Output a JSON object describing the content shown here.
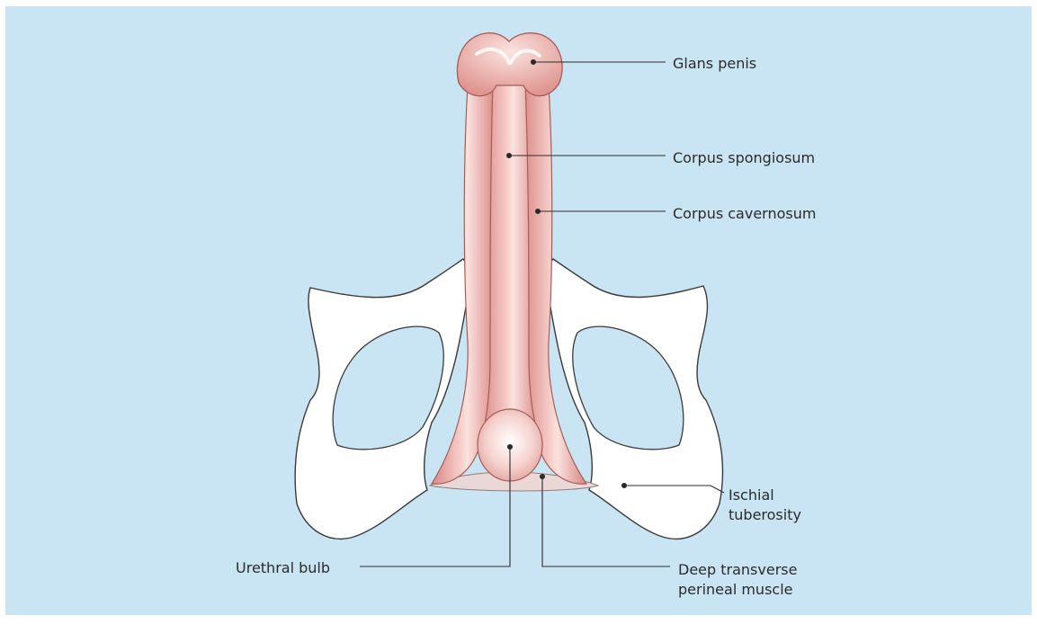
{
  "diagram": {
    "colors": {
      "background": "#c9e4f3",
      "bone": "#ffffff",
      "bone_outline": "#3a3a3a",
      "tissue": "#e39a98",
      "tissue_light": "#f4c3bf",
      "leader_line": "#2b2b2b"
    },
    "labels": {
      "glans_penis": "Glans penis",
      "corpus_spongiosum": "Corpus spongiosum",
      "corpus_cavernosum": "Corpus cavernosum",
      "ischial_tuberosity": "Ischial\ntuberosity",
      "urethral_bulb": "Urethral bulb",
      "deep_transverse_perineal_muscle": "Deep transverse\nperineal muscle"
    }
  }
}
